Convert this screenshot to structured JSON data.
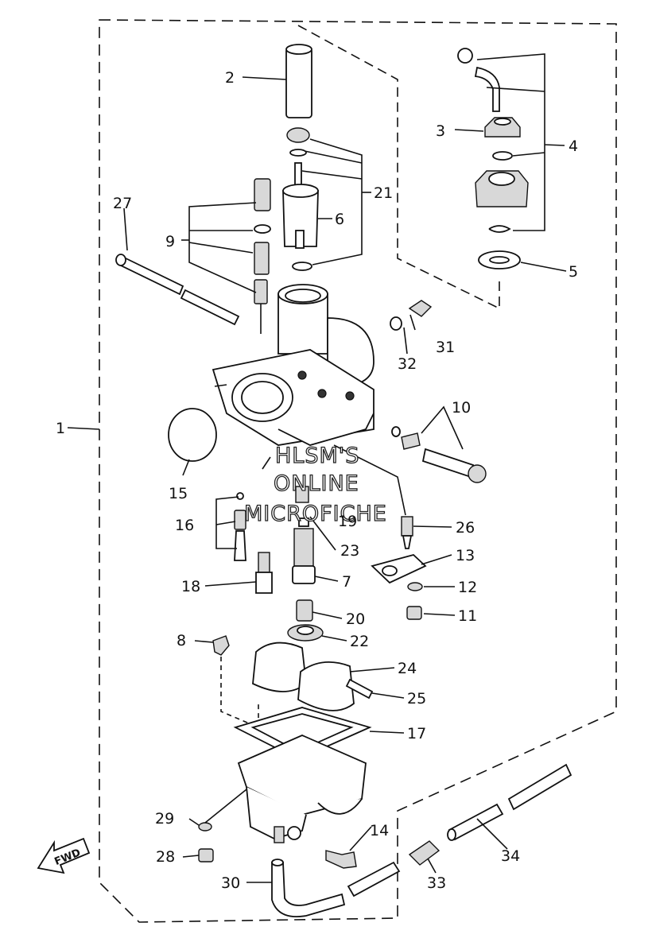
{
  "diagram": {
    "watermark": [
      "HLSM'S",
      "ONLINE",
      "MICROFICHE"
    ],
    "fwd_label": "FWD",
    "callouts": {
      "c1": "1",
      "c2": "2",
      "c3": "3",
      "c4": "4",
      "c5": "5",
      "c6": "6",
      "c7": "7",
      "c8": "8",
      "c9": "9",
      "c10": "10",
      "c11": "11",
      "c12": "12",
      "c13": "13",
      "c14": "14",
      "c15": "15",
      "c16": "16",
      "c17": "17",
      "c18": "18",
      "c19": "19",
      "c20": "20",
      "c21": "21",
      "c22": "22",
      "c23": "23",
      "c24": "24",
      "c25": "25",
      "c26": "26",
      "c27": "27",
      "c28": "28",
      "c29": "29",
      "c30": "30",
      "c31": "31",
      "c32": "32",
      "c33": "33",
      "c34": "34"
    }
  }
}
